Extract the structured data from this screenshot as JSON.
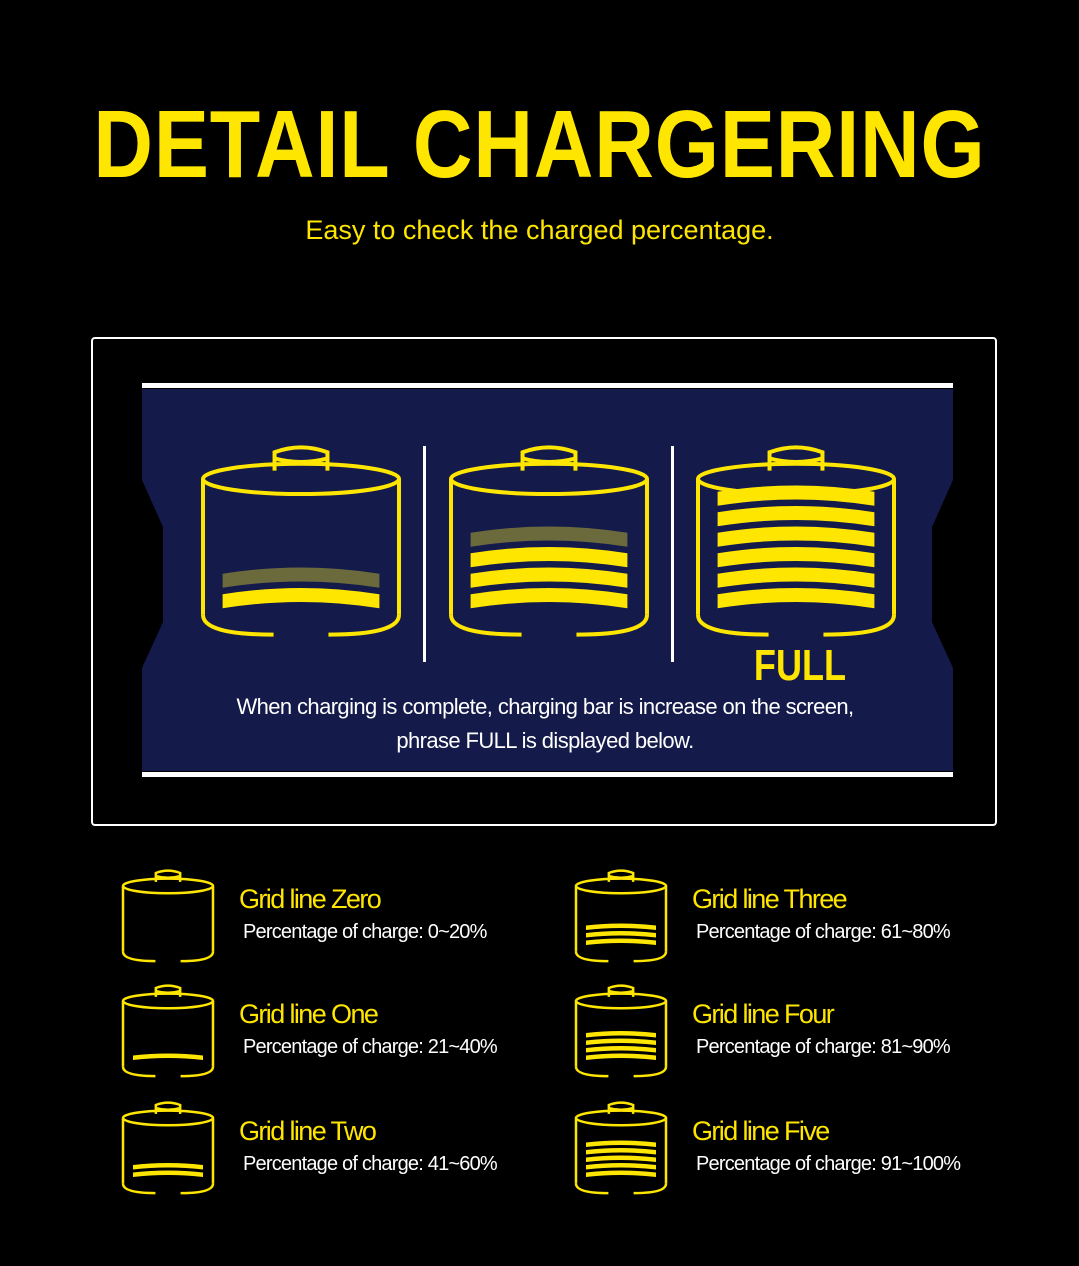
{
  "header": {
    "title": "DETAIL CHARGERING",
    "subtitle": "Easy to check the charged percentage."
  },
  "display": {
    "full_label": "FULL",
    "caption_line1": "When charging is complete, charging bar is increase on the screen,",
    "caption_line2": "phrase FULL is displayed below.",
    "batteries": [
      {
        "lit_bars": 1,
        "dim_bars": 1
      },
      {
        "lit_bars": 3,
        "dim_bars": 1
      },
      {
        "lit_bars": 6,
        "dim_bars": 0
      }
    ]
  },
  "legend": [
    {
      "name": "Grid line Zero",
      "range": "Percentage of charge: 0~20%",
      "bars": 0
    },
    {
      "name": "Grid line Three",
      "range": "Percentage of charge: 61~80%",
      "bars": 3
    },
    {
      "name": "Grid line One",
      "range": "Percentage of charge: 21~40%",
      "bars": 1
    },
    {
      "name": "Grid line Four",
      "range": "Percentage of charge: 81~90%",
      "bars": 4
    },
    {
      "name": "Grid line Two",
      "range": "Percentage of charge: 41~60%",
      "bars": 2
    },
    {
      "name": "Grid line Five",
      "range": "Percentage of charge: 91~100%",
      "bars": 5
    }
  ],
  "colors": {
    "background": "#000000",
    "accent": "#ffe600",
    "dim_bar": "#6b6a3c",
    "panel": "#141a4a",
    "text_light": "#ffffff"
  }
}
